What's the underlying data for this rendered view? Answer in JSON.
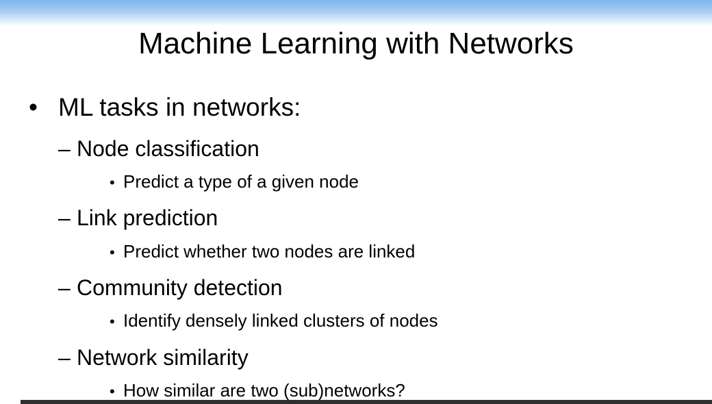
{
  "slide": {
    "title": "Machine Learning with Networks",
    "intro": {
      "marker": "•",
      "text": "ML tasks in networks:"
    },
    "items": [
      {
        "marker": "–",
        "label": "Node classification",
        "sub_marker": "•",
        "sub": "Predict a type of a given node"
      },
      {
        "marker": "–",
        "label": "Link prediction",
        "sub_marker": "•",
        "sub": "Predict whether two nodes are linked"
      },
      {
        "marker": "–",
        "label": "Community detection",
        "sub_marker": "•",
        "sub": "Identify densely linked clusters of nodes"
      },
      {
        "marker": "–",
        "label": "Network similarity",
        "sub_marker": "•",
        "sub": "How similar are two (sub)networks?"
      }
    ]
  },
  "colors": {
    "gradient_top": "#7db5e9",
    "background": "#ffffff",
    "text": "#000000",
    "bottom_bar": "#2f2f2f"
  }
}
